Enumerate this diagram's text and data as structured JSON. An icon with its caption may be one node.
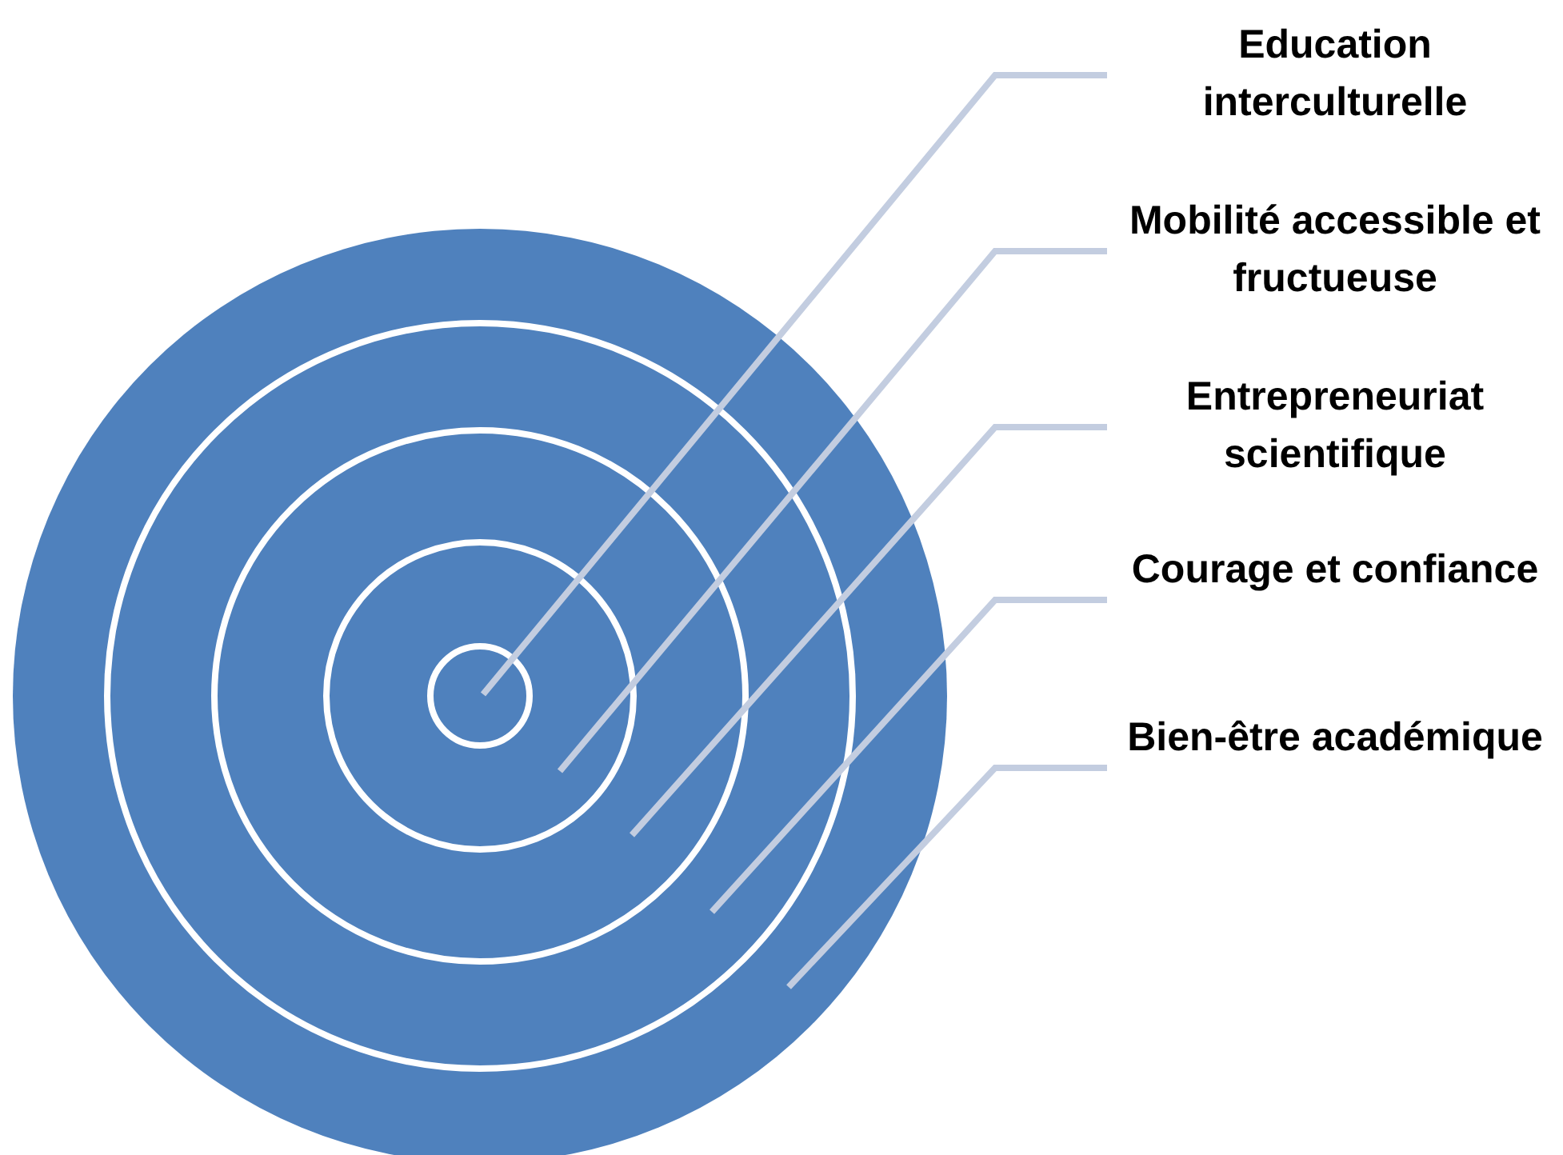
{
  "diagram": {
    "nodes": [
      {
        "text": [
          "Education interculturelle"
        ]
      },
      {
        "text": [
          "Mobilité accessible et fructueuse"
        ]
      },
      {
        "text": [
          "Entrepreneuriat scientifique"
        ]
      },
      {
        "text": [
          "Courage et confiance"
        ]
      },
      {
        "text": [
          "Bien-être académique"
        ]
      },
      {
        "text": [],
        "shape": "circle"
      },
      {
        "text": [],
        "shape": "circle",
        "in": 5
      },
      {
        "text": [],
        "shape": "circle",
        "in": 6
      },
      {
        "text": [],
        "shape": "circle",
        "in": 7
      },
      {
        "text": [],
        "shape": "circle",
        "in": 8
      }
    ],
    "edges": [
      {
        "from": 0,
        "to": 9,
        "arrow": "none"
      },
      {
        "from": 1,
        "to": 8,
        "arrow": "none"
      },
      {
        "from": 2,
        "to": 7,
        "arrow": "none"
      },
      {
        "from": 3,
        "to": 6,
        "arrow": "none"
      },
      {
        "from": 4,
        "to": 5,
        "arrow": "none"
      }
    ]
  }
}
